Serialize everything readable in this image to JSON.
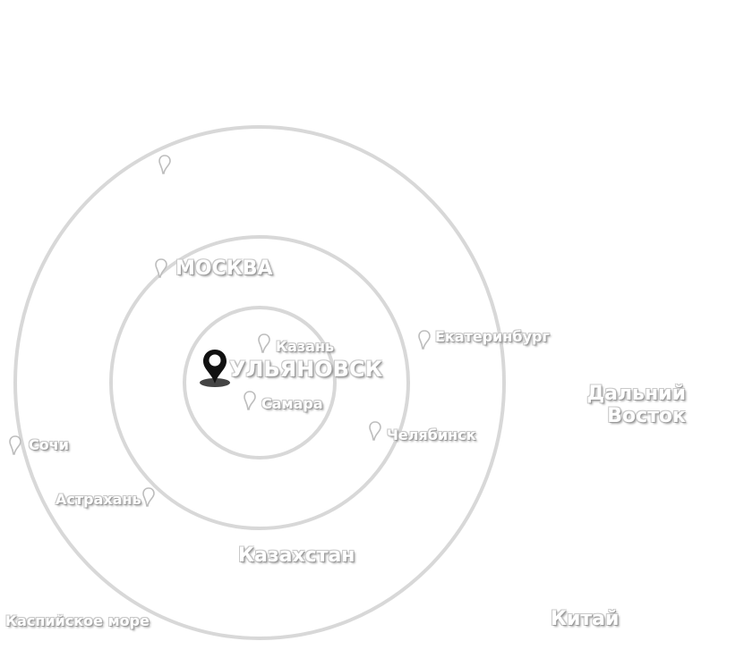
{
  "colors": {
    "ring": "#d8d8d8",
    "label_fill": "#ffffff",
    "label_outline": "#a8a8a8",
    "center_pin": "#111111",
    "pin_outline": "#bdbdbd"
  },
  "center": {
    "label": "УЛЬЯНОВСК",
    "icon": "map-pin-icon"
  },
  "cities": [
    {
      "id": "unnamed",
      "label": ""
    },
    {
      "id": "moscow",
      "label": "МОСКВА"
    },
    {
      "id": "kazan",
      "label": "Казань"
    },
    {
      "id": "samara",
      "label": "Самара"
    },
    {
      "id": "yekaterinburg",
      "label": "Екатеринбург"
    },
    {
      "id": "chelyabinsk",
      "label": "Челябинск"
    },
    {
      "id": "sochi",
      "label": "Сочи"
    },
    {
      "id": "astrakhan",
      "label": "Астрахань"
    }
  ],
  "regions": {
    "far_east_line1": "Дальний",
    "far_east_line2": "Восток",
    "kazakhstan": "Казахстан",
    "caspian": "Каспийское море",
    "china": "Китай"
  },
  "rings": [
    {
      "id": "inner"
    },
    {
      "id": "middle"
    },
    {
      "id": "outer"
    }
  ]
}
